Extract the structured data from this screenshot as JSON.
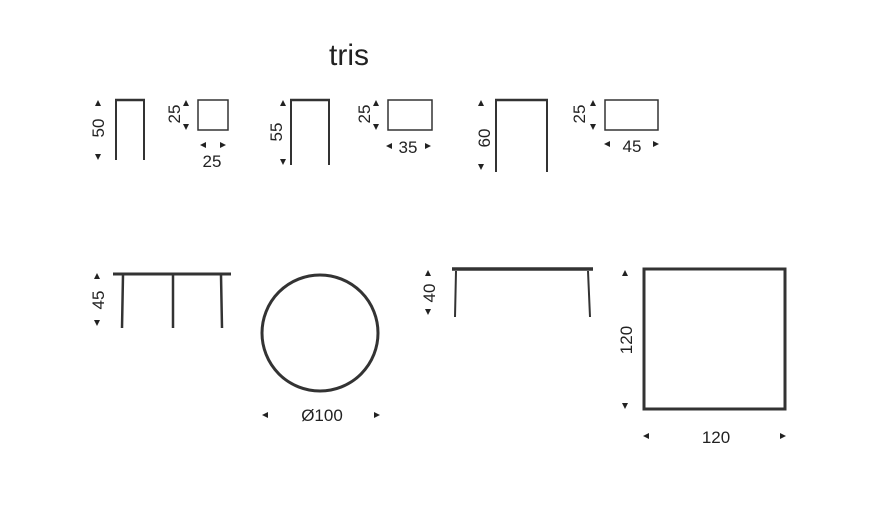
{
  "title": "tris",
  "stools": [
    {
      "height": "50",
      "top_depth": "25",
      "top_width": "25"
    },
    {
      "height": "55",
      "top_depth": "25",
      "top_width": "35"
    },
    {
      "height": "60",
      "top_depth": "25",
      "top_width": "45"
    }
  ],
  "round_table": {
    "height": "45",
    "diameter": "Ø100"
  },
  "square_table": {
    "height": "40",
    "depth": "120",
    "width": "120"
  }
}
